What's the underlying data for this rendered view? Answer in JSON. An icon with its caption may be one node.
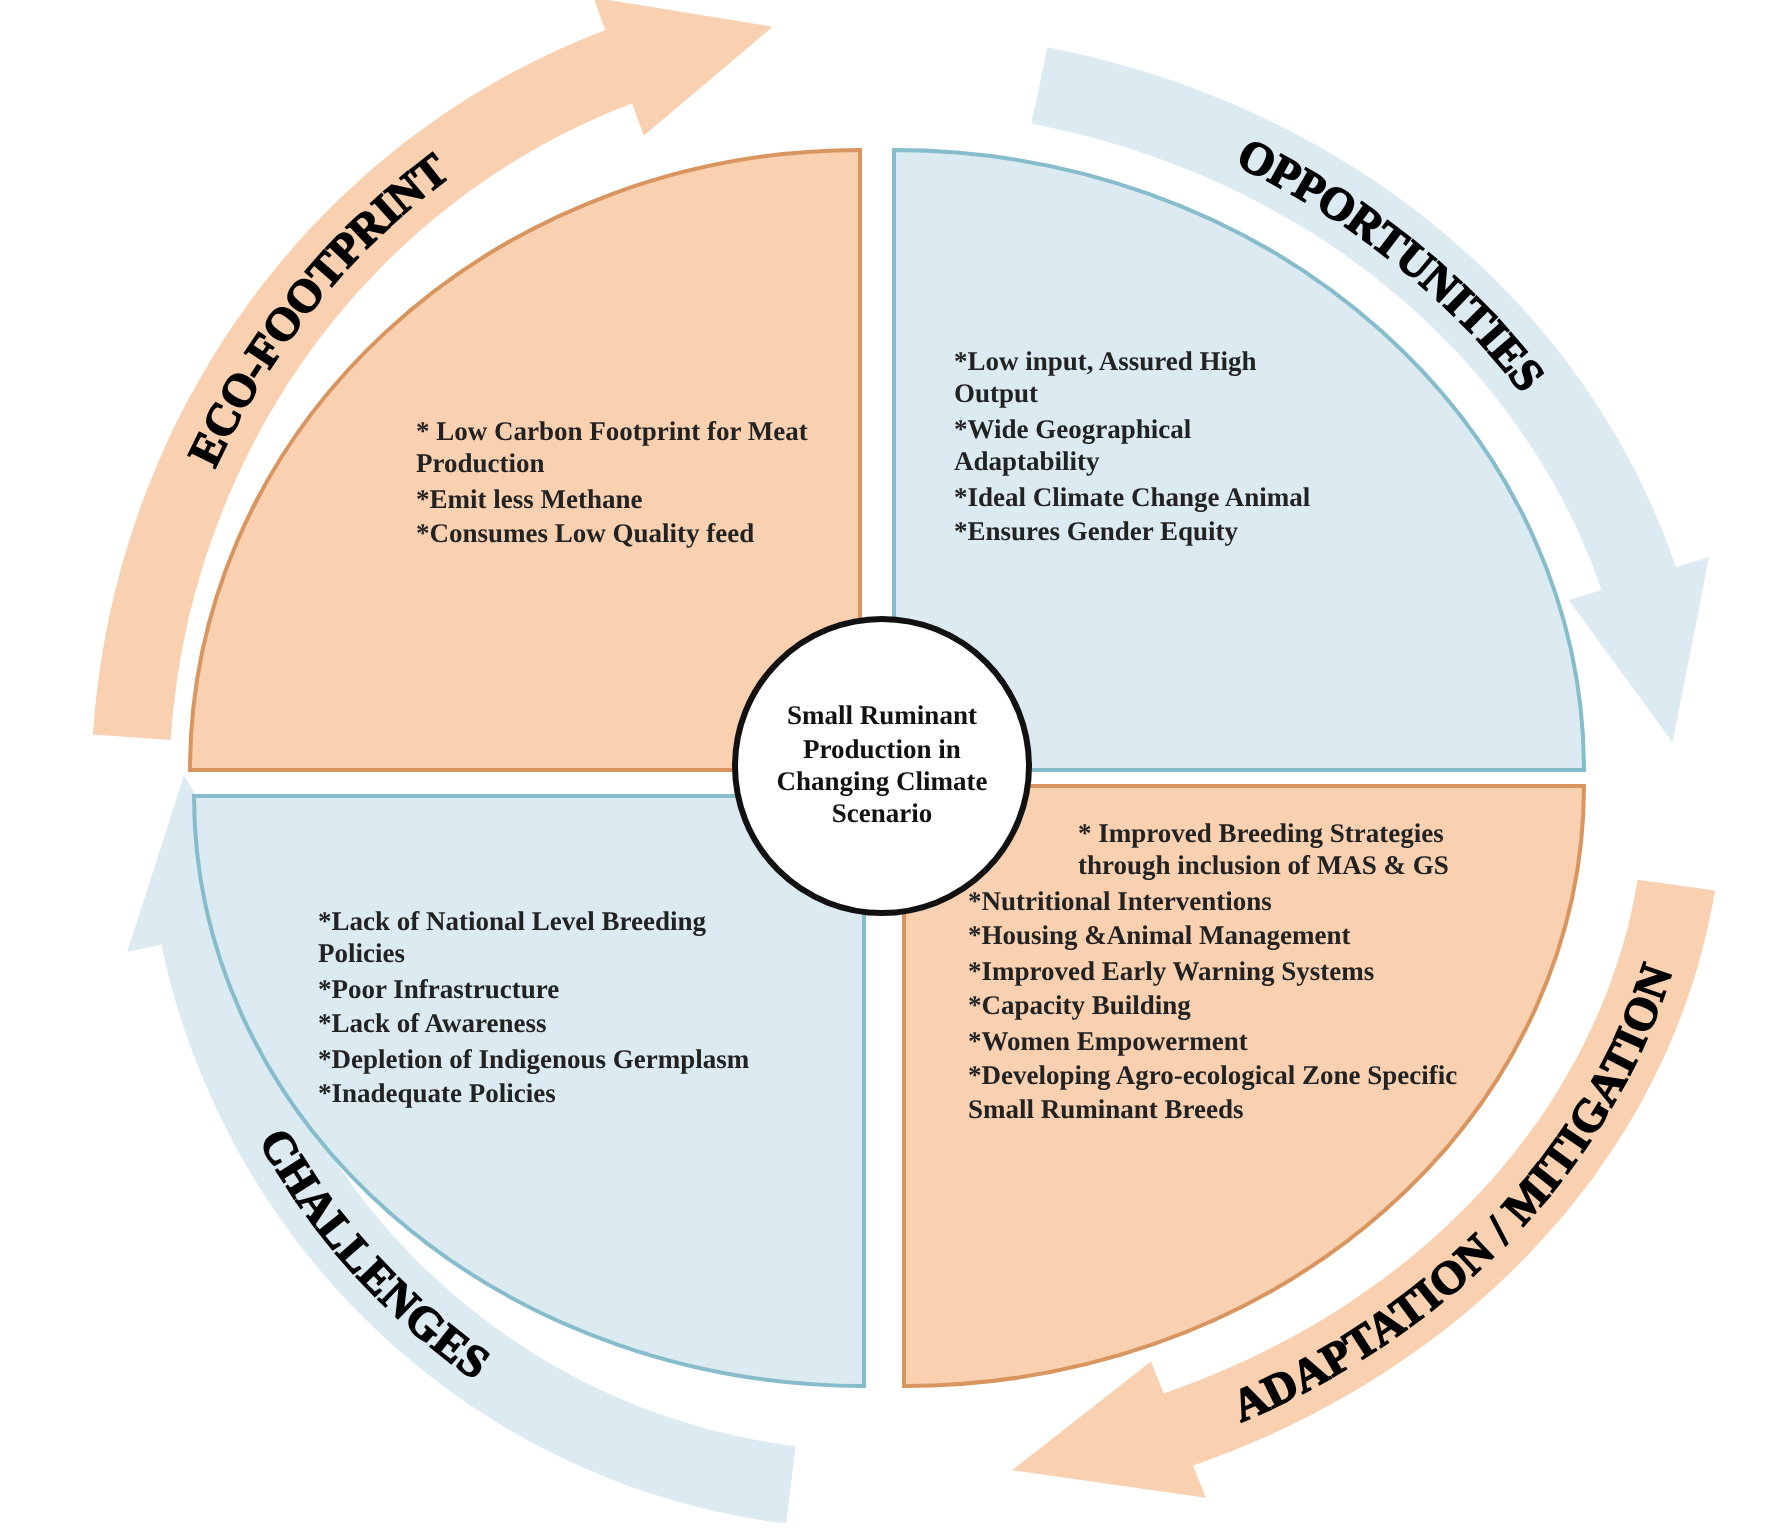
{
  "diagram": {
    "nodes": [
      {
        "text": [
          "ECO-FOOTPRINT"
        ]
      },
      {
        "text": [
          "OPPORTUNITIES"
        ]
      },
      {
        "text": [
          "* Low Carbon Footprint for Meat Production",
          "*Emit less Methane",
          "*Consumes Low Quality feed"
        ]
      },
      {
        "text": [
          "*Low input, Assured High Output",
          "*Wide Geographical Adaptability",
          "*Ideal Climate Change Animal",
          "*Ensures Gender Equity"
        ]
      },
      {
        "text": [
          "Small Ruminant Production in Changing Climate Scenario"
        ]
      },
      {
        "text": [
          "*Lack of National Level Breeding Policies",
          "*Poor Infrastructure",
          "*Lack of Awareness",
          "*Depletion of Indigenous Germplasm",
          "*Inadequate Policies"
        ]
      },
      {
        "text": [
          "* Improved Breeding Strategies through inclusion of MAS & GS",
          "*Nutritional Interventions",
          "*Housing &Animal Management",
          "*Improved Early Warning Systems",
          "*Capacity Building",
          "*Women Empowerment",
          "*Developing Agro-ecological Zone Specific Small Ruminant Breeds"
        ]
      },
      {
        "text": [
          "CHALLENGES"
        ]
      },
      {
        "text": [
          "ADAPTATION / MITIGATION"
        ]
      }
    ]
  }
}
